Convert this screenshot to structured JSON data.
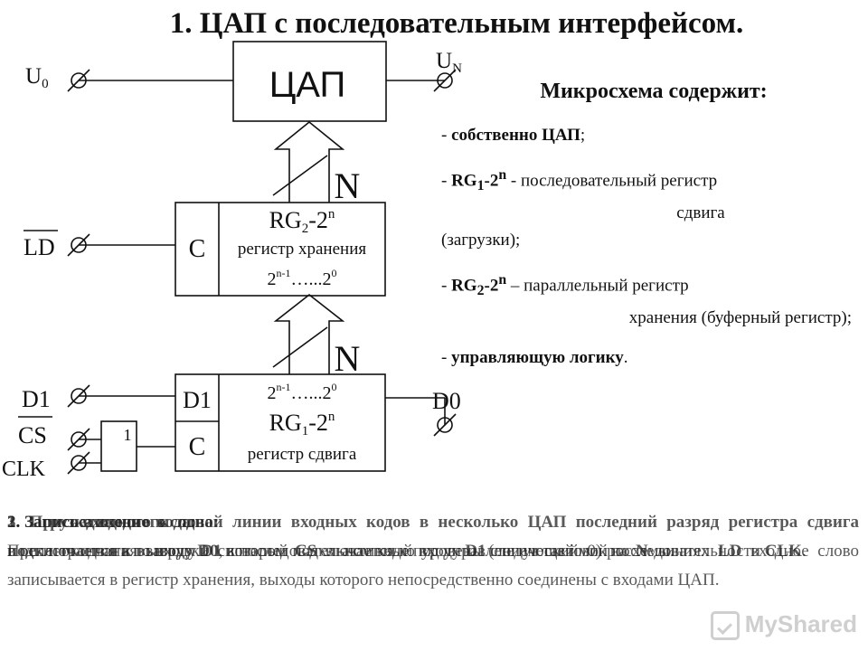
{
  "title": "1. ЦАП с последовательным интерфейсом.",
  "dac_block": {
    "label": "ЦАП"
  },
  "register2": {
    "c_label": "C",
    "name_main": "RG",
    "name_sub": "2",
    "name_tail": "-2",
    "name_sup": "n",
    "desc": "регистр хранения",
    "bits_a": "2",
    "bits_a_sup": "n-1",
    "bits_dots": "…...2",
    "bits_b_sup": "0"
  },
  "register1": {
    "d_label": "D1",
    "c_label": "C",
    "bits_a": "2",
    "bits_a_sup": "n-1",
    "bits_dots": "…...2",
    "bits_b_sup": "0",
    "name_main": "RG",
    "name_sub": "1",
    "name_tail": "-2",
    "name_sup": "n",
    "desc": "регистр сдвига"
  },
  "or_gate": {
    "label": "1"
  },
  "buses": {
    "upper": "N",
    "lower": "N"
  },
  "pins": {
    "u0": "U",
    "u0_sub": "0",
    "un": "U",
    "un_sub": "N",
    "ld": "LD",
    "d1": "D1",
    "cs": "CS",
    "clk": "CLK",
    "d0": "D0"
  },
  "right_panel": {
    "heading": "Микросхема содержит:",
    "item1": {
      "dash": "- ",
      "bold": "собственно ЦАП",
      "tail": ";"
    },
    "item2": {
      "dash": "- ",
      "bold_a": "RG",
      "sub": "1",
      "bold_b": "-2",
      "sup": "n",
      "tail_a": " -   последовательный регистр",
      "tail_b": "сдвига",
      "tail_c": "(загрузки);"
    },
    "item3": {
      "dash": "-  ",
      "bold_a": "RG",
      "sub": "2",
      "bold_b": "-2",
      "sup": "n",
      "tail_a": " – параллельный регистр",
      "tail_b": "хранения (буферный регистр);"
    },
    "item4": {
      "dash": "- ",
      "bold": "управляющую логику",
      "tail": "."
    }
  },
  "bottom_text": {
    "p1_head": "1. Запись входного кода:",
    "p2_head": "2. Загрузка входного слова:",
    "p3_head": "3. Присоединение к одной линии входных кодов в несколько ЦАП последний разряд регистра сдвига подключается к выводу",
    "p3_bold1": "D0",
    "p3_mid": ", который подключается ко входу",
    "p3_bold2": "D1",
    "p3_tail": "следующей микросхемы.",
    "p1_body": "После окончания загрузки сигналом",
    "p1_bold1": "CS",
    "p1_mid1": "в активный уровень (логический 0) на",
    "p1_bold2": "N",
    "p1_mid2": "линиях",
    "p1_bold3": "LD",
    "p1_mid3": "входное слово записывается в регистр хранения, выходы которого непосредственно соединены с входами ЦАП.",
    "p2_body": "в регистр сдвига по входу",
    "p2_bold1": "D1",
    "p2_mid": "в последовательном коде под управлением тактовой последовательности",
    "p2_bold2": "CLK",
    "p2_tail": "."
  },
  "watermark": {
    "text": "MyShared"
  }
}
